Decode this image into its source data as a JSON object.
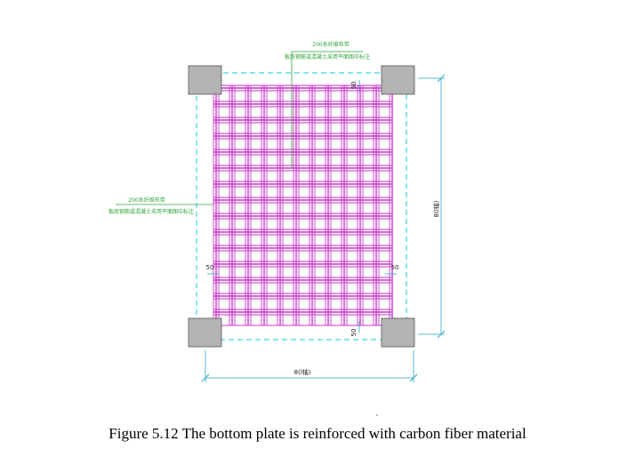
{
  "caption": "Figure 5.12 The bottom plate is reinforced with carbon fiber material",
  "annotations": {
    "top_line1": "200系纤维布带",
    "top_line2": "板底钢筋或混凝土采用平面图中标注",
    "left_line1": "200系纤维布带",
    "left_line2": "板底钢筋或混凝土采用平面图中标注"
  },
  "dimensions": {
    "width_label": "8(l轴)",
    "height_label": "8(l轴)",
    "offset_top": "50",
    "offset_bottom": "50",
    "offset_left": "50",
    "offset_right": "50"
  },
  "colors": {
    "mesh": "#cc33cc",
    "column_fill": "#b3b3b3",
    "dashed_boundary": "#3ad6e6",
    "leader": "#2fa43a",
    "dimension": "#2aa8c8"
  }
}
